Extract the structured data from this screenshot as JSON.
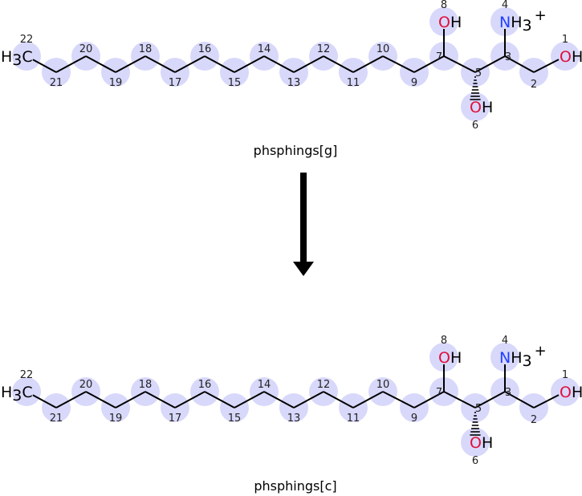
{
  "colors": {
    "highlight": "#d8d8fb",
    "oxygen": "#e0103c",
    "nitrogen": "#2040ff",
    "bond": "#000000"
  },
  "molecules": [
    {
      "name": "phsphings[g]",
      "atoms": [
        {
          "num": "1",
          "element": "O",
          "suffix": "H"
        },
        {
          "num": "2",
          "element": "",
          "suffix": ""
        },
        {
          "num": "3",
          "element": "",
          "suffix": ""
        },
        {
          "num": "4",
          "element": "N",
          "suffix": "H3",
          "charge": "+"
        },
        {
          "num": "5",
          "element": "",
          "suffix": ""
        },
        {
          "num": "6",
          "element": "O",
          "suffix": "H"
        },
        {
          "num": "7",
          "element": "",
          "suffix": ""
        },
        {
          "num": "8",
          "element": "O",
          "suffix": "H"
        },
        {
          "num": "9"
        },
        {
          "num": "10"
        },
        {
          "num": "11"
        },
        {
          "num": "12"
        },
        {
          "num": "13"
        },
        {
          "num": "14"
        },
        {
          "num": "15"
        },
        {
          "num": "16"
        },
        {
          "num": "17"
        },
        {
          "num": "18"
        },
        {
          "num": "19"
        },
        {
          "num": "20"
        },
        {
          "num": "21"
        },
        {
          "num": "22",
          "element": "C",
          "prefix": "H3"
        }
      ]
    },
    {
      "name": "phsphings[c]",
      "atoms": [
        {
          "num": "1",
          "element": "O",
          "suffix": "H"
        },
        {
          "num": "2",
          "element": "",
          "suffix": ""
        },
        {
          "num": "3",
          "element": "",
          "suffix": ""
        },
        {
          "num": "4",
          "element": "N",
          "suffix": "H3",
          "charge": "+"
        },
        {
          "num": "5",
          "element": "",
          "suffix": ""
        },
        {
          "num": "6",
          "element": "O",
          "suffix": "H"
        },
        {
          "num": "7",
          "element": "",
          "suffix": ""
        },
        {
          "num": "8",
          "element": "O",
          "suffix": "H"
        },
        {
          "num": "9"
        },
        {
          "num": "10"
        },
        {
          "num": "11"
        },
        {
          "num": "12"
        },
        {
          "num": "13"
        },
        {
          "num": "14"
        },
        {
          "num": "15"
        },
        {
          "num": "16"
        },
        {
          "num": "17"
        },
        {
          "num": "18"
        },
        {
          "num": "19"
        },
        {
          "num": "20"
        },
        {
          "num": "21"
        },
        {
          "num": "22",
          "element": "C",
          "prefix": "H3"
        }
      ]
    }
  ],
  "arrow": {
    "direction": "down"
  }
}
